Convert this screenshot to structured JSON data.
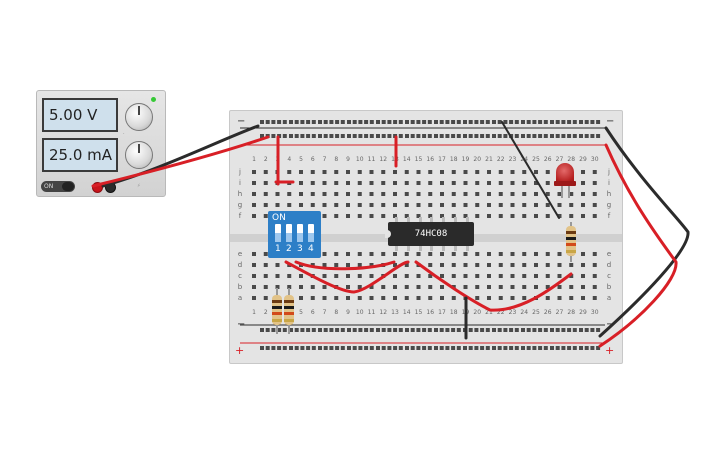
{
  "power_supply": {
    "voltage_display": "5.00 V",
    "current_display": "25.0 mA",
    "switch_label": "ON",
    "knob_icons": [
      "voltage-knob-icon",
      "current-knob-icon"
    ],
    "terminal_colors": {
      "positive": "#c8141a",
      "negative": "#2b2b2b"
    }
  },
  "breadboard": {
    "rail_minus_label": "−",
    "rail_plus_label": "+",
    "row_letters_top": [
      "j",
      "i",
      "h",
      "g",
      "f"
    ],
    "row_letters_bottom": [
      "e",
      "d",
      "c",
      "b",
      "a"
    ],
    "column_numbers": [
      "1",
      "2",
      "3",
      "4",
      "5",
      "6",
      "7",
      "8",
      "9",
      "10",
      "11",
      "12",
      "13",
      "14",
      "15",
      "16",
      "17",
      "18",
      "19",
      "20",
      "21",
      "22",
      "23",
      "24",
      "25",
      "26",
      "27",
      "28",
      "29",
      "30"
    ]
  },
  "dip_switch": {
    "on_label": "ON",
    "switch_numbers": [
      "1",
      "2",
      "3",
      "4"
    ]
  },
  "ic_chip": {
    "label": "74HC08"
  },
  "led": {
    "color": "#b51f1f"
  },
  "colors": {
    "wire_red": "#d81f26",
    "wire_black": "#2b2b2b",
    "breadboard": "#e4e4e4",
    "dip_blue": "#2d7fc7"
  }
}
